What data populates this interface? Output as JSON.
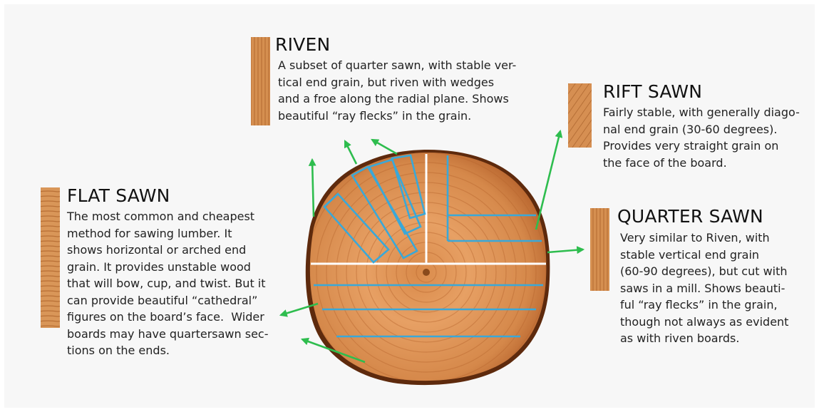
{
  "colors": {
    "background": "#f7f7f7",
    "arrow": "#2ebd4e",
    "cut_line_blue": "#3aa8d8",
    "cut_line_white": "#ffffff",
    "wood_light": "#e8a467",
    "wood_mid": "#c97a40",
    "wood_dark": "#7a3a14"
  },
  "sections": {
    "riven": {
      "icon": "wood-swatch-riven",
      "title": "RIVEN",
      "lines": [
        "A subset of quarter sawn, with stable ver-",
        "tical end grain, but riven with wedges",
        "and a froe along the radial plane. Shows",
        "beautiful “ray flecks” in the grain."
      ]
    },
    "rift_sawn": {
      "icon": "wood-swatch-rift",
      "title": "RIFT SAWN",
      "lines": [
        "Fairly stable, with generally diago-",
        "nal end grain (30-60 degrees).",
        "Provides very straight grain on",
        "the face of the board."
      ]
    },
    "flat_sawn": {
      "icon": "wood-swatch-flat",
      "title": "FLAT SAWN",
      "lines": [
        "The most common and cheapest",
        "method for sawing lumber. It",
        "shows horizontal or arched end",
        "grain. It provides unstable wood",
        "that will bow, cup, and twist. But it",
        "can provide beautiful “cathedral”",
        "figures on the board’s face.  Wider",
        "boards may have quartersawn sec-",
        "tions on the ends."
      ]
    },
    "quarter_sawn": {
      "icon": "wood-swatch-quarter",
      "title": "QUARTER SAWN",
      "lines": [
        "Very similar to Riven, with",
        "stable vertical end grain",
        "(60-90 degrees), but cut with",
        "saws in a mill. Shows beauti-",
        "ful “ray flecks” in the grain,",
        "though not always as evident",
        "as with riven boards."
      ]
    }
  }
}
